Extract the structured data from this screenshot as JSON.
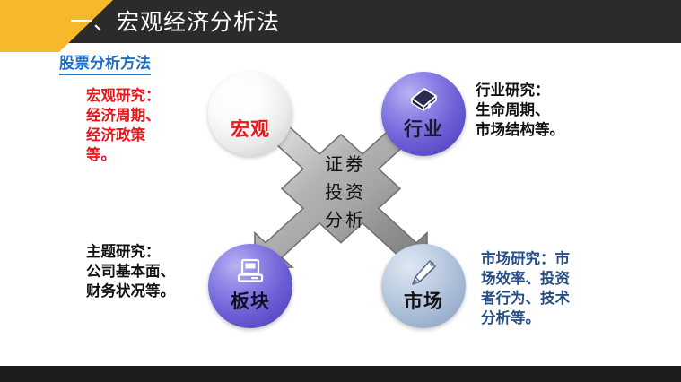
{
  "slide": {
    "title": "一、宏观经济分析法",
    "subtitle": "股票分析方法",
    "colors": {
      "header_bg": "#2b2b2b",
      "wedge": "#f7b92b",
      "subtitle": "#1f6fc4",
      "macro_red": "#e8161a",
      "market_blue": "#274f86",
      "sphere_purple": "#6c5fd6",
      "sphere_lightblue": "#a8bcd6",
      "arrow_gray": "#9a9a9a",
      "footer_bg": "#1c1c1c"
    }
  },
  "center": {
    "label": "证券\n投资\n分析",
    "icon": "four-way-arrow"
  },
  "nodes": [
    {
      "key": "macro",
      "label": "宏观",
      "icon": "globe-icon",
      "note_title": "宏观研究：",
      "note_body": "经济周期、\n经济政策\n等。",
      "note_full": "宏观研究：\n经济周期、\n经济政策\n等。",
      "color": "#e8161a"
    },
    {
      "key": "industry",
      "label": "行业",
      "icon": "book-icon",
      "note_title": "行业研究：",
      "note_body": "生命周期、\n市场结构等。",
      "note_full": "行业研究：\n生命周期、\n市场结构等。",
      "color": "#111111"
    },
    {
      "key": "sector",
      "label": "板块",
      "icon": "computer-icon",
      "note_title": "主题研究：",
      "note_body": "公司基本面、\n财务状况等。",
      "note_full": "主题研究：\n公司基本面、\n财务状况等。",
      "color": "#111111"
    },
    {
      "key": "market",
      "label": "市场",
      "icon": "pencil-icon",
      "note_title": "市场研究：市",
      "note_body": "场效率、投资\n者行为、技术\n分析等。",
      "note_full": "市场研究：市\n场效率、投资\n者行为、技术\n分析等。",
      "color": "#274f86"
    }
  ]
}
